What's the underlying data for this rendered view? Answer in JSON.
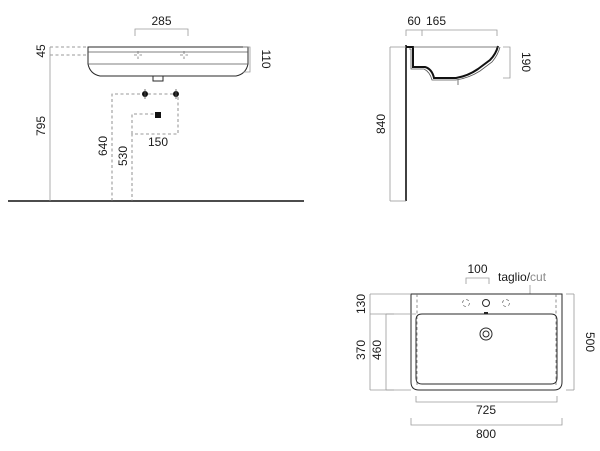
{
  "front_view": {
    "dim_width_holes": "285",
    "dim_top": "45",
    "dim_height_basin": "110",
    "dim_height_total": "795",
    "dim_height_drain": "640",
    "dim_height_outlet": "530",
    "dim_outlet_spacing": "150"
  },
  "side_view": {
    "dim_back": "60",
    "dim_depth": "165",
    "dim_bowl_height": "190",
    "dim_height_total": "840"
  },
  "top_view": {
    "dim_hole_spacing": "100",
    "cut_label_a": "taglio/",
    "cut_label_b": "cut",
    "dim_back_zone": "130",
    "dim_bowl_depth": "370",
    "dim_total_depth_inner": "460",
    "dim_total_depth": "500",
    "dim_inner_width": "725",
    "dim_total_width": "800"
  }
}
